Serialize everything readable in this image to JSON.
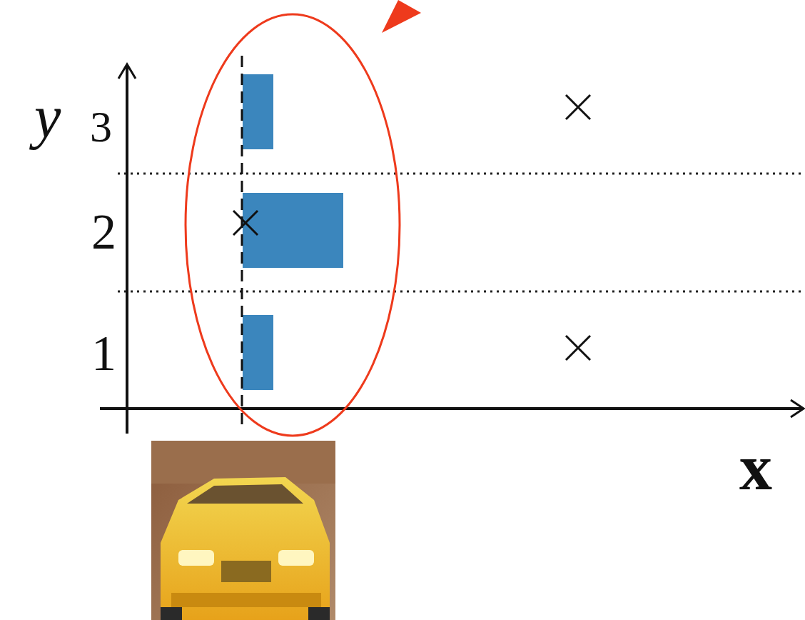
{
  "diagram": {
    "labels": [
      "y",
      "3",
      "2",
      "1",
      "x"
    ]
  }
}
